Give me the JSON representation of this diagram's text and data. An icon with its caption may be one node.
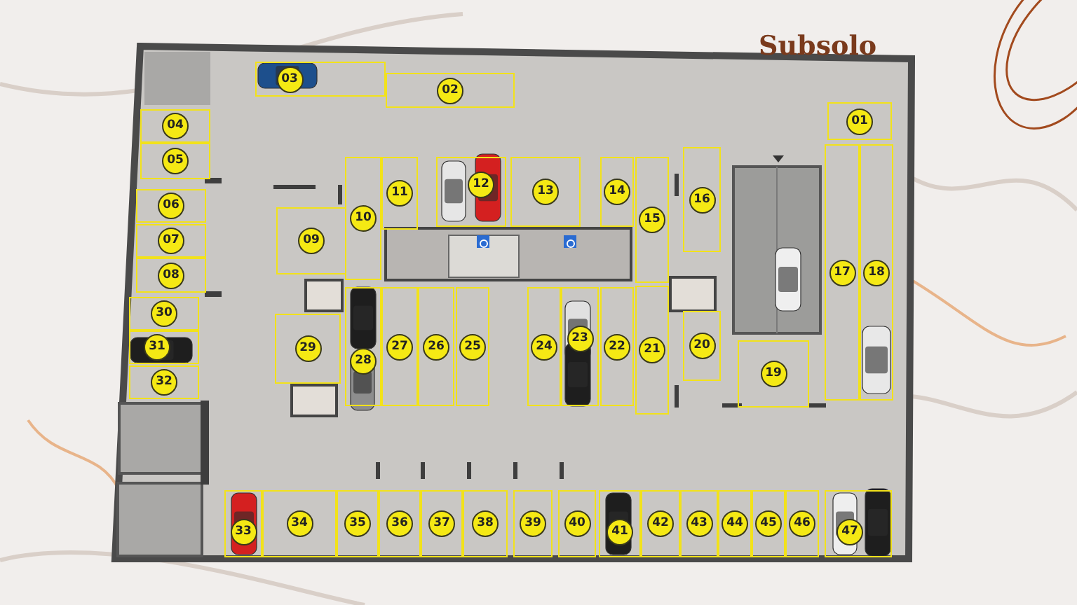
{
  "diagram": {
    "title": "Subsolo",
    "nodes": [
      {
        "text": [
          "01"
        ]
      },
      {
        "text": [
          "02"
        ]
      },
      {
        "text": [
          "03"
        ]
      },
      {
        "text": [
          "04"
        ]
      },
      {
        "text": [
          "05"
        ]
      },
      {
        "text": [
          "06"
        ]
      },
      {
        "text": [
          "07"
        ]
      },
      {
        "text": [
          "08"
        ]
      },
      {
        "text": [
          "09"
        ]
      },
      {
        "text": [
          "10"
        ]
      },
      {
        "text": [
          "11"
        ]
      },
      {
        "text": [
          "12"
        ]
      },
      {
        "text": [
          "13"
        ]
      },
      {
        "text": [
          "14"
        ]
      },
      {
        "text": [
          "15"
        ]
      },
      {
        "text": [
          "16"
        ]
      },
      {
        "text": [
          "17"
        ]
      },
      {
        "text": [
          "18"
        ]
      },
      {
        "text": [
          "19"
        ]
      },
      {
        "text": [
          "20"
        ]
      },
      {
        "text": [
          "21"
        ]
      },
      {
        "text": [
          "22"
        ]
      },
      {
        "text": [
          "23"
        ]
      },
      {
        "text": [
          "24"
        ]
      },
      {
        "text": [
          "25"
        ]
      },
      {
        "text": [
          "26"
        ]
      },
      {
        "text": [
          "27"
        ]
      },
      {
        "text": [
          "28"
        ]
      },
      {
        "text": [
          "29"
        ]
      },
      {
        "text": [
          "30"
        ]
      },
      {
        "text": [
          "31"
        ]
      },
      {
        "text": [
          "32"
        ]
      },
      {
        "text": [
          "33"
        ]
      },
      {
        "text": [
          "34"
        ]
      },
      {
        "text": [
          "35"
        ]
      },
      {
        "text": [
          "36"
        ]
      },
      {
        "text": [
          "37"
        ]
      },
      {
        "text": [
          "38"
        ]
      },
      {
        "text": [
          "39"
        ]
      },
      {
        "text": [
          "40"
        ]
      },
      {
        "text": [
          "41"
        ]
      },
      {
        "text": [
          "42"
        ]
      },
      {
        "text": [
          "43"
        ]
      },
      {
        "text": [
          "44"
        ]
      },
      {
        "text": [
          "45"
        ]
      },
      {
        "text": [
          "46"
        ]
      },
      {
        "text": [
          "47"
        ]
      }
    ]
  }
}
